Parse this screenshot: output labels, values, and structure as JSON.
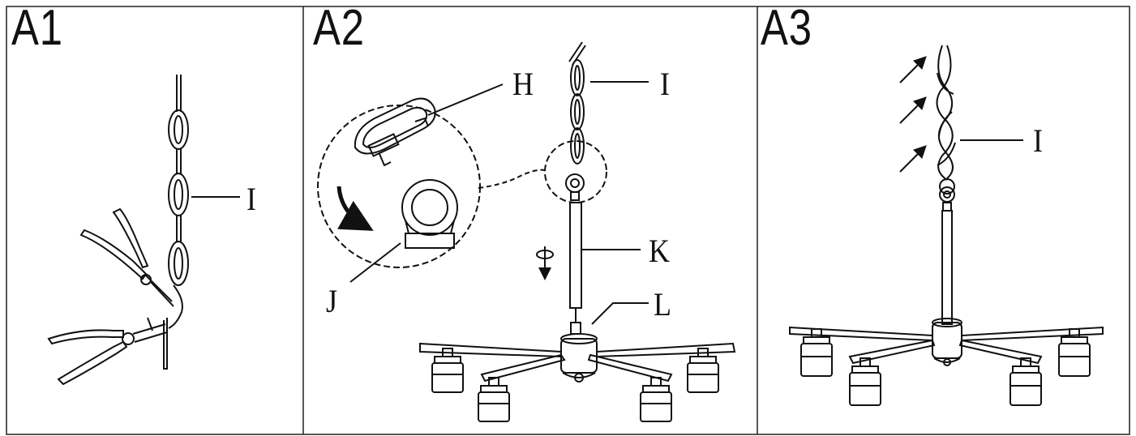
{
  "panels": [
    {
      "title": "A1",
      "callouts": [
        "I"
      ]
    },
    {
      "title": "A2",
      "callouts": [
        "H",
        "I",
        "K",
        "J",
        "L"
      ]
    },
    {
      "title": "A3",
      "callouts": [
        "I"
      ]
    }
  ]
}
